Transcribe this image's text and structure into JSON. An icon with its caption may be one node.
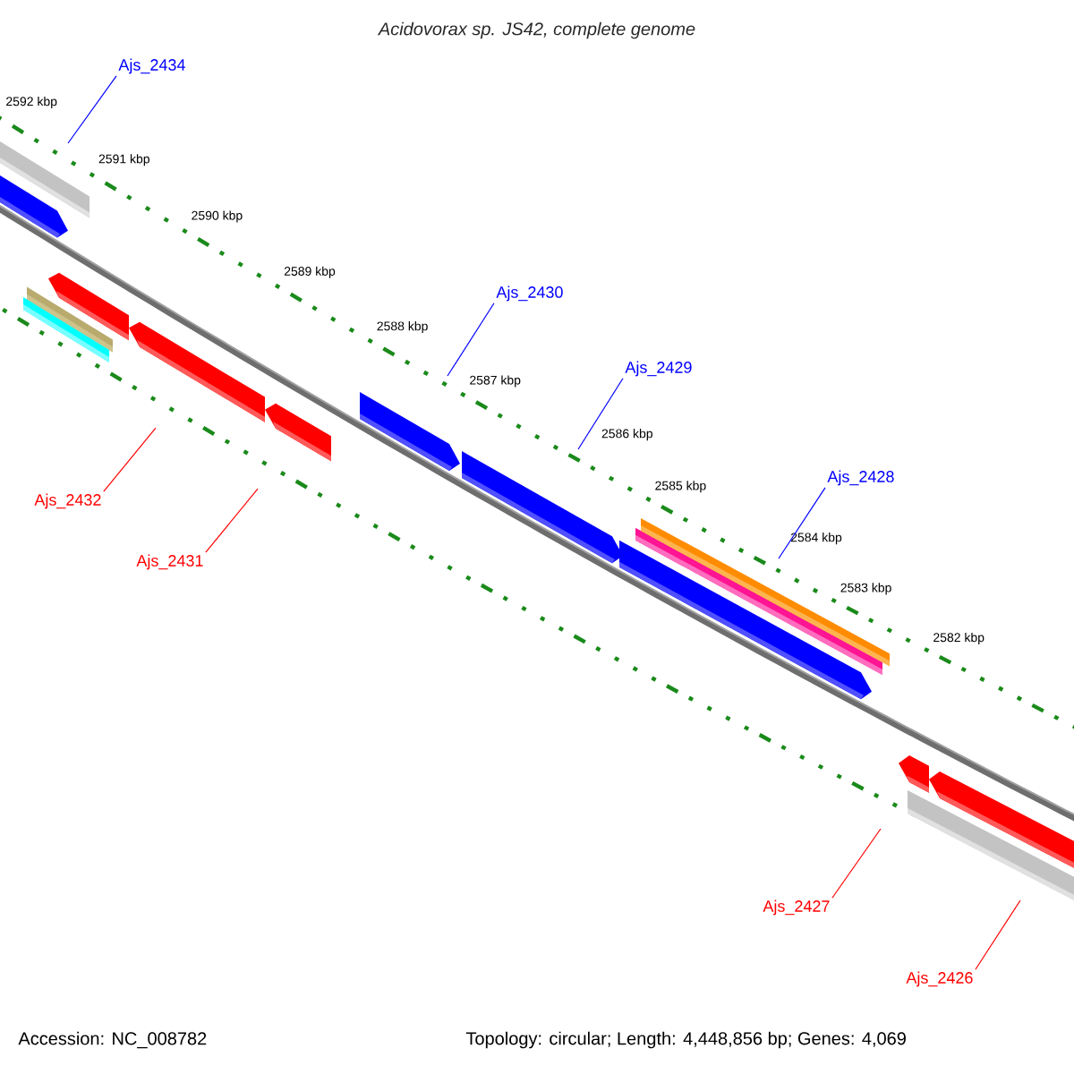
{
  "diagram": {
    "title": "Acidovorax sp. JS42, complete genome",
    "nodes": [
      {
        "text": [
          "Ajs_2434"
        ]
      },
      {
        "text": [
          "Ajs_2430"
        ]
      },
      {
        "text": [
          "Ajs_2429"
        ]
      },
      {
        "text": [
          "Ajs_2428"
        ]
      },
      {
        "text": [
          "Ajs_2432"
        ]
      },
      {
        "text": [
          "Ajs_2431"
        ]
      },
      {
        "text": [
          "Ajs_2427"
        ]
      },
      {
        "text": [
          "Ajs_2426"
        ]
      }
    ],
    "edges": [
      {
        "from": 0,
        "to": null,
        "arrow": "none",
        "color": "#0000ff"
      },
      {
        "from": 1,
        "to": null,
        "arrow": "none",
        "color": "#0000ff"
      },
      {
        "from": 2,
        "to": null,
        "arrow": "none",
        "color": "#0000ff"
      },
      {
        "from": 3,
        "to": null,
        "arrow": "none",
        "color": "#0000ff"
      },
      {
        "from": 4,
        "to": null,
        "arrow": "none",
        "color": "#ff0000"
      },
      {
        "from": 5,
        "to": null,
        "arrow": "none",
        "color": "#ff0000"
      },
      {
        "from": 6,
        "to": null,
        "arrow": "none",
        "color": "#ff0000"
      },
      {
        "from": 7,
        "to": null,
        "arrow": "none",
        "color": "#ff0000"
      }
    ],
    "labels": [
      "2592 kbp",
      "2591 kbp",
      "2590 kbp",
      "2589 kbp",
      "2588 kbp",
      "2587 kbp",
      "2586 kbp",
      "2585 kbp",
      "2584 kbp",
      "2583 kbp",
      "2582 kbp",
      "Accession: NC_008782",
      "Topology: circular; Length: 4,448,856 bp; Genes: 4,069"
    ]
  }
}
